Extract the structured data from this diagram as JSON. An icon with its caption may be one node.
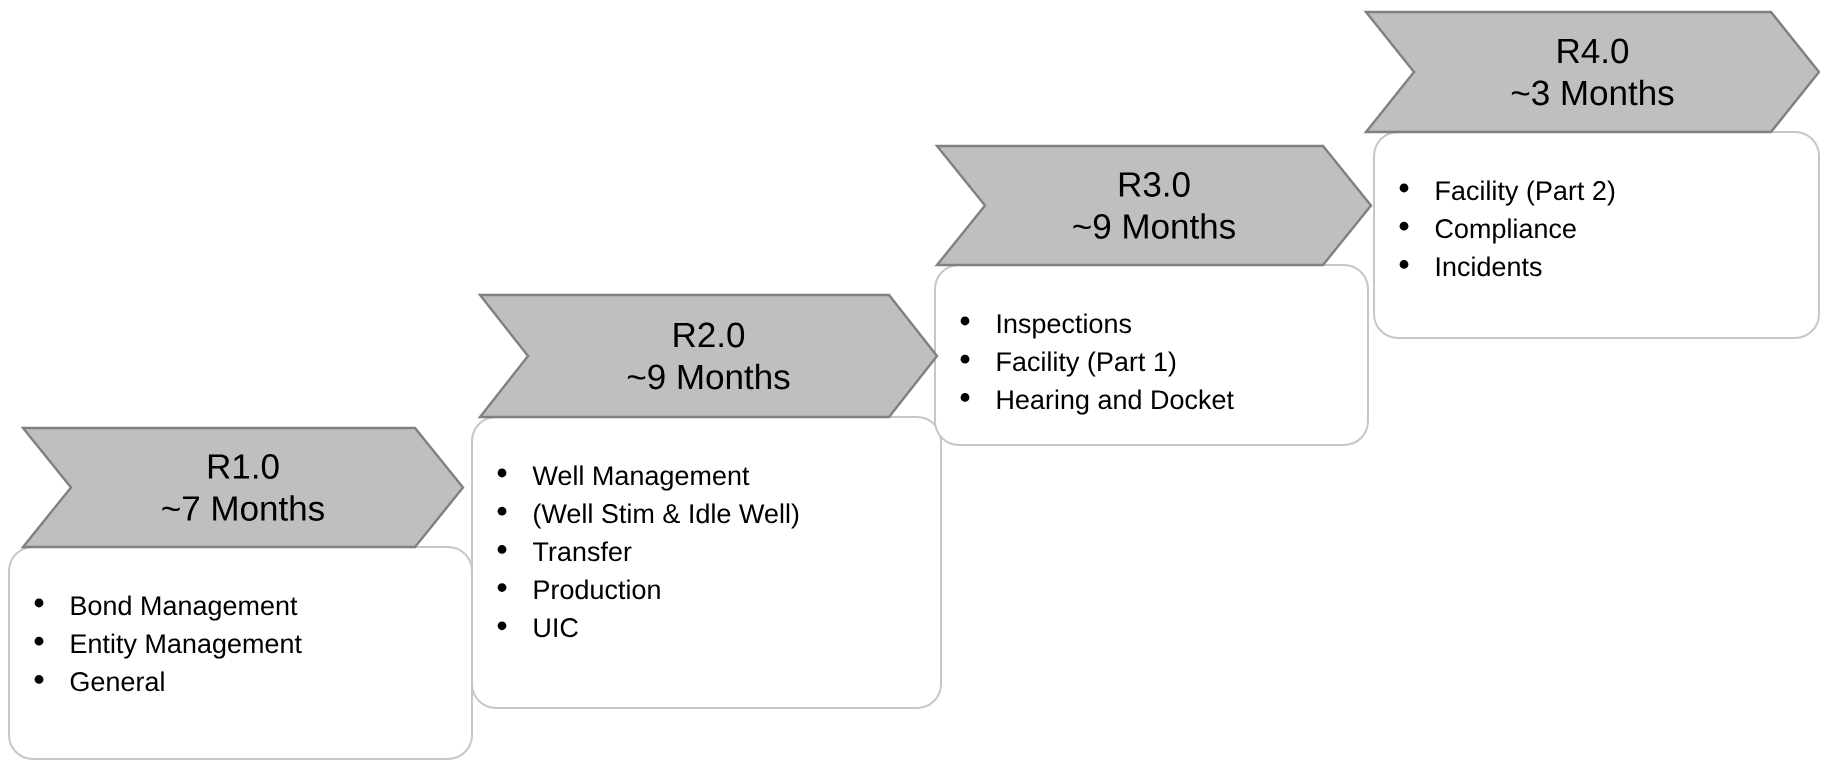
{
  "diagram": {
    "nodes": [
      {
        "text": [
          "R1.0",
          "~7 Months"
        ]
      },
      {
        "text": [
          "Bond Management",
          "Entity Management",
          "General"
        ]
      },
      {
        "text": [
          "R2.0",
          "~9 Months"
        ]
      },
      {
        "text": [
          "Well Management",
          "(Well Stim & Idle Well)",
          "Transfer",
          "Production",
          "UIC"
        ]
      },
      {
        "text": [
          "R3.0",
          "~9 Months"
        ]
      },
      {
        "text": [
          "Inspections",
          "Facility (Part 1)",
          "Hearing and Docket"
        ]
      },
      {
        "text": [
          "R4.0",
          "~3 Months"
        ]
      },
      {
        "text": [
          "Facility (Part 2)",
          "Compliance",
          "Incidents"
        ]
      }
    ]
  }
}
